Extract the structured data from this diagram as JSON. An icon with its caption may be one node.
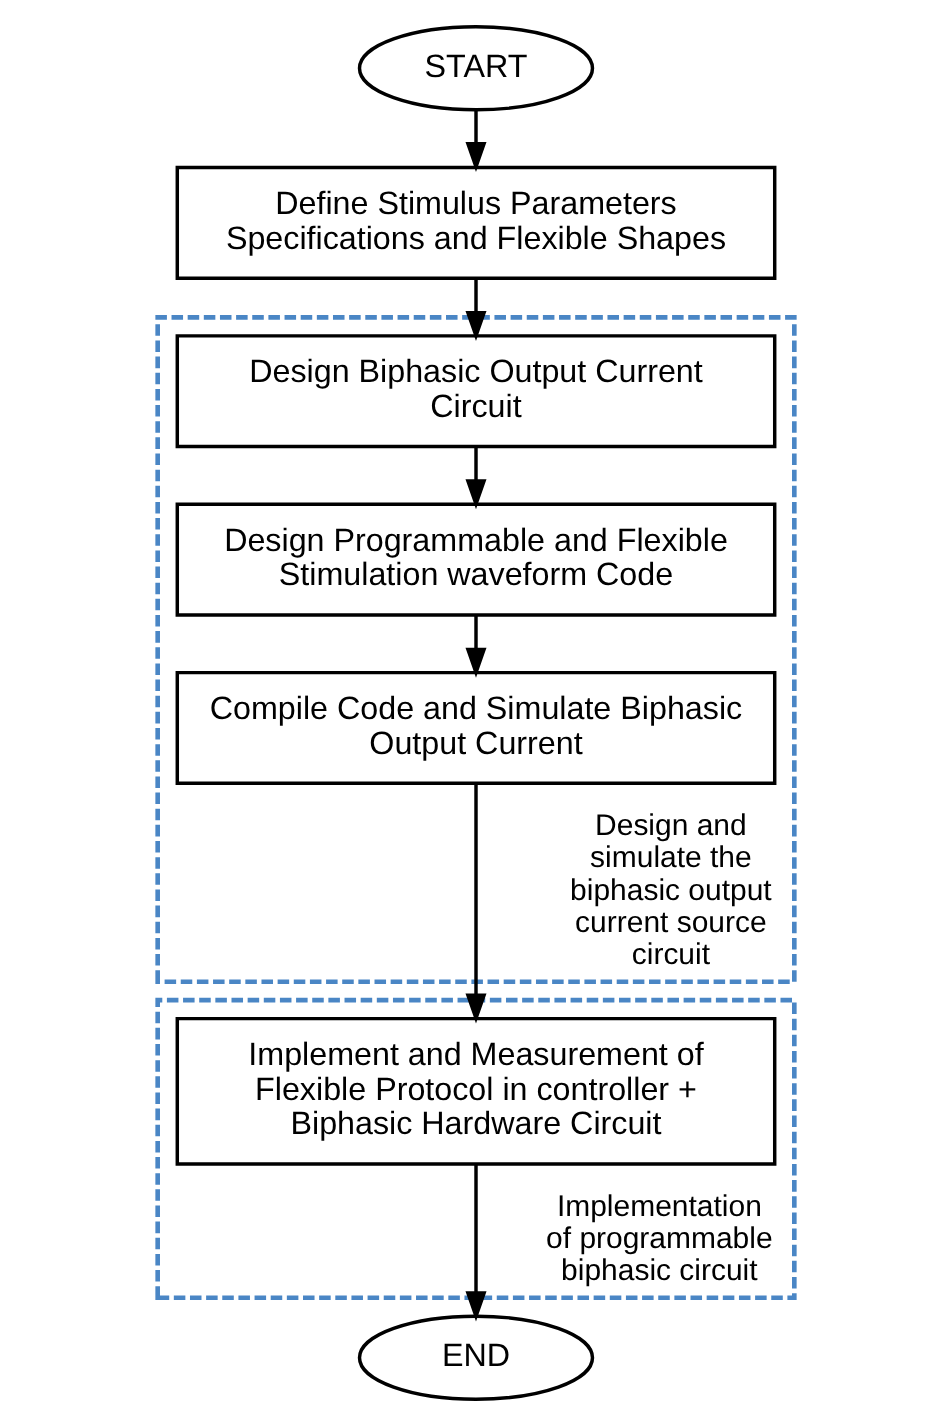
{
  "diagram": {
    "nodes": [
      {
        "text": [
          "START"
        ]
      },
      {
        "text": [
          "Define Stimulus Parameters Specifications and Flexible Shapes"
        ]
      },
      {
        "text": [
          "Design and simulate the biphasic output current source circuit"
        ]
      },
      {
        "text": [
          "Design Biphasic Output Current Circuit"
        ],
        "in": 2
      },
      {
        "text": [
          "Design Programmable and Flexible Stimulation waveform Code"
        ],
        "in": 2
      },
      {
        "text": [
          "Compile Code and Simulate Biphasic Output Current"
        ],
        "in": 2
      },
      {
        "text": [
          "Implementation of programmable biphasic circuit"
        ]
      },
      {
        "text": [
          "Implement and Measurement of Flexible Protocol in controller + Biphasic Hardware Circuit"
        ],
        "in": 6
      },
      {
        "text": [
          "END"
        ]
      }
    ],
    "edges": [
      {
        "from": 0,
        "to": 1,
        "arrow": "to"
      },
      {
        "from": 1,
        "to": 3,
        "arrow": "to"
      },
      {
        "from": 3,
        "to": 4,
        "arrow": "to"
      },
      {
        "from": 4,
        "to": 5,
        "arrow": "to"
      },
      {
        "from": 5,
        "to": 7,
        "arrow": "to"
      },
      {
        "from": 7,
        "to": 8,
        "arrow": "to"
      }
    ]
  }
}
